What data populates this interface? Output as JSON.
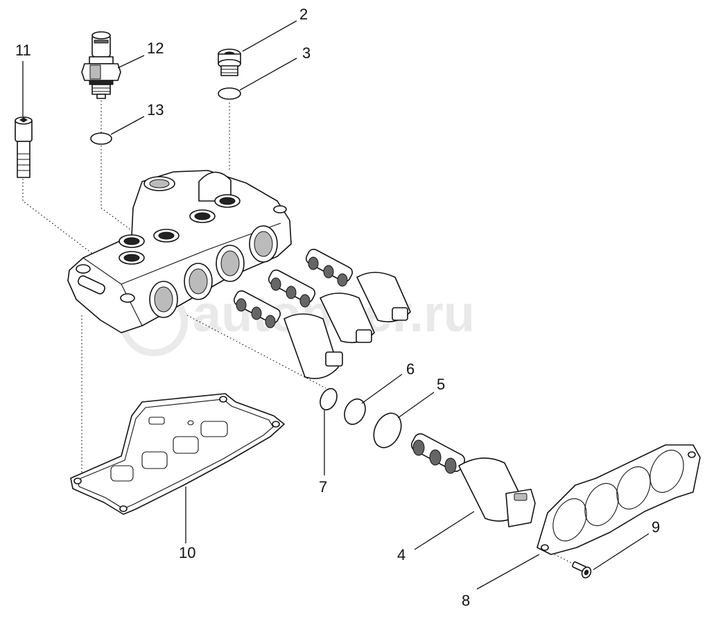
{
  "watermark": "autopiter.ru",
  "callouts": [
    {
      "id": "2",
      "label": "2"
    },
    {
      "id": "3",
      "label": "3"
    },
    {
      "id": "4",
      "label": "4"
    },
    {
      "id": "5",
      "label": "5"
    },
    {
      "id": "6",
      "label": "6"
    },
    {
      "id": "7",
      "label": "7"
    },
    {
      "id": "8",
      "label": "8"
    },
    {
      "id": "9",
      "label": "9"
    },
    {
      "id": "10",
      "label": "10"
    },
    {
      "id": "11",
      "label": "11"
    },
    {
      "id": "12",
      "label": "12"
    },
    {
      "id": "13",
      "label": "13"
    }
  ]
}
